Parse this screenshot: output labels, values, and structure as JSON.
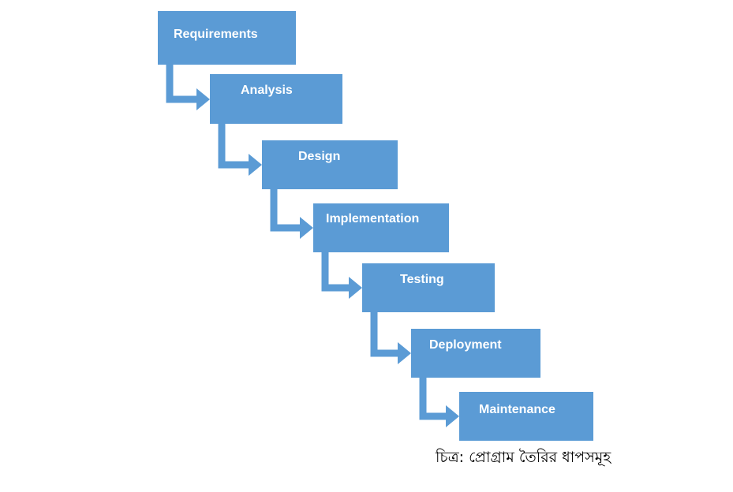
{
  "diagram": {
    "type": "waterfall",
    "stages": [
      {
        "label": "Requirements"
      },
      {
        "label": "Analysis"
      },
      {
        "label": "Design"
      },
      {
        "label": "Implementation"
      },
      {
        "label": "Testing"
      },
      {
        "label": "Deployment"
      },
      {
        "label": "Maintenance"
      }
    ],
    "box_color": "#5b9bd5",
    "text_color": "#ffffff"
  },
  "caption": "চিত্র: প্রোগ্রাম তৈরির ধাপসমূহ"
}
